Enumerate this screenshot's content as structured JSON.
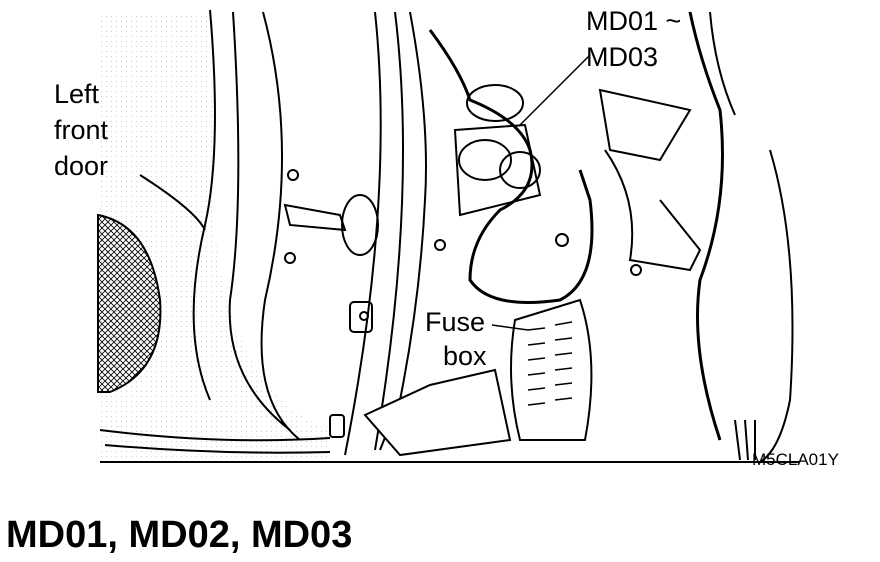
{
  "diagram": {
    "labels": {
      "door_line1": "Left",
      "door_line2": "front",
      "door_line3": "door",
      "connector_line1": "MD01 ~",
      "connector_line2": "MD03",
      "fuse_line1": "Fuse",
      "fuse_line2": "box",
      "figure_code": "M5CLA01Y"
    },
    "caption": "MD01, MD02, MD03"
  },
  "colors": {
    "ink": "#000000",
    "paper": "#ffffff"
  }
}
